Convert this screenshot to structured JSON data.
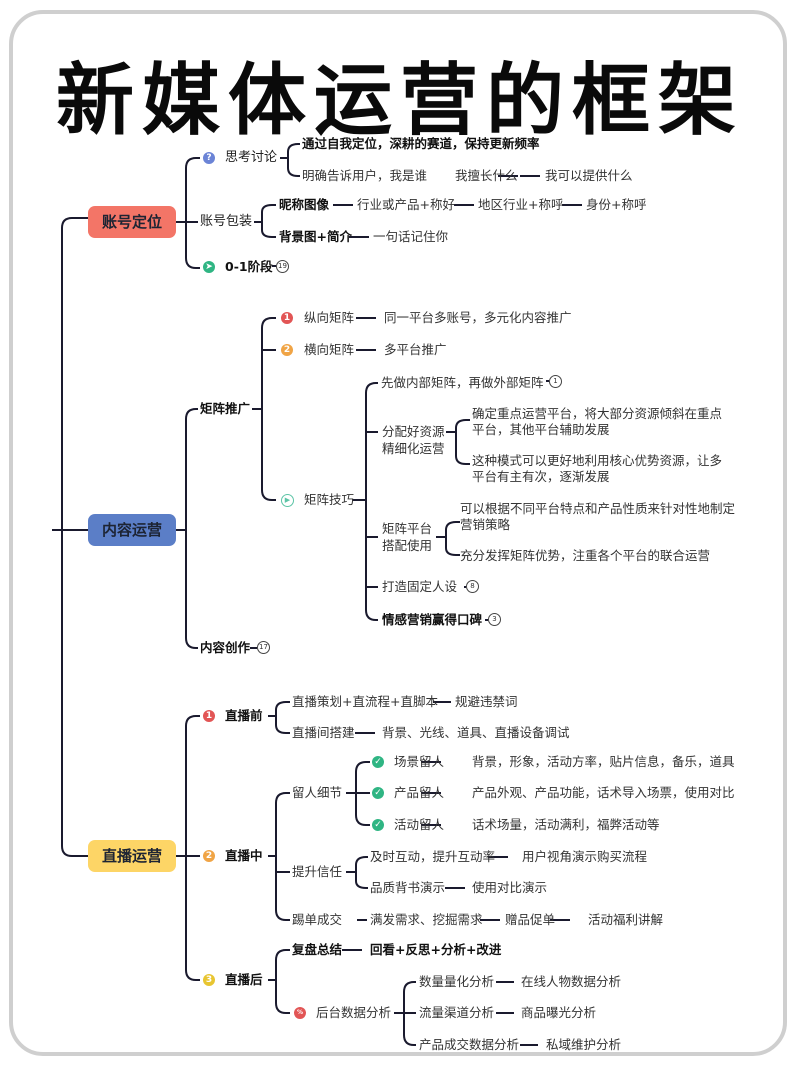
{
  "title": "新媒体运营的框架",
  "colors": {
    "root1": "#f37567",
    "root2": "#5b7ec7",
    "root3": "#fdd566",
    "line": "#1a1a2e"
  },
  "roots": [
    {
      "label": "账号定位"
    },
    {
      "label": "内容运营"
    },
    {
      "label": "直播运营"
    }
  ],
  "account": {
    "think": {
      "label": "思考讨论",
      "icon": "question-icon",
      "c1": "通过自我定位，深耕的赛道，保持更新频率",
      "c2": [
        "明确告诉用户，我是谁",
        "我擅长什么",
        "我可以提供什么"
      ]
    },
    "pack": {
      "label": "账号包装",
      "nick": [
        "昵称图像",
        "行业或产品+称好",
        "地区行业+称呼",
        "身份+称呼"
      ],
      "bg": [
        "背景图+简介",
        "一句话记住你"
      ]
    },
    "stage": {
      "label": "0-1阶段",
      "icon": "running-icon",
      "count": "19"
    }
  },
  "content": {
    "matrix": {
      "label": "矩阵推广",
      "vertical": [
        "纵向矩阵",
        "同一平台多账号，多元化内容推广"
      ],
      "horizontal": [
        "横向矩阵",
        "多平台推广"
      ],
      "skills": {
        "label": "矩阵技巧",
        "first": {
          "label": "先做内部矩阵，再做外部矩阵",
          "count": "1"
        },
        "alloc": {
          "label1": "分配好资源",
          "label2": "精细化运营",
          "a": "确定重点运营平台，将大部分资源倾斜在重点平台，其他平台辅助发展",
          "b": "这种模式可以更好地利用核心优势资源，让多平台有主有次，逐渐发展"
        },
        "combo": {
          "label1": "矩阵平台",
          "label2": "搭配使用",
          "a": "可以根据不同平台特点和产品性质来针对性地制定营销策略",
          "b": "充分发挥矩阵优势，注重各个平台的联合运营"
        },
        "persona": {
          "label": "打造固定人设",
          "count": "8"
        },
        "emotion": {
          "label": "情感营销赢得口碑",
          "count": "3"
        }
      }
    },
    "create": {
      "label": "内容创作",
      "count": "17"
    }
  },
  "live": {
    "before": {
      "label": "直播前",
      "r1": [
        "直播策划+直流程+直脚本",
        "规避违禁词"
      ],
      "r2": [
        "直播间搭建",
        "背景、光线、道具、直播设备调试"
      ]
    },
    "during": {
      "label": "直播中",
      "keep": {
        "label": "留人细节",
        "items": [
          [
            "场景留人",
            "背景，形象，活动方率，贴片信息，备乐，道具"
          ],
          [
            "产品留人",
            "产品外观、产品功能，话术导入场票，使用对比"
          ],
          [
            "活动留人",
            "话术场量，活动满利，福弊活动等"
          ]
        ]
      },
      "trust": {
        "label": "提升信任",
        "r1": [
          "及时互动，提升互动率",
          "用户视角演示购买流程"
        ],
        "r2": [
          "品质背书演示",
          "使用对比演示"
        ]
      },
      "deal": [
        "踢单成交",
        "满发需求、挖掘需求",
        "赠品促单",
        "活动福利讲解"
      ]
    },
    "after": {
      "label": "直播后",
      "review": [
        "复盘总结",
        "回看+反思+分析+改进"
      ],
      "data": {
        "label": "后台数据分析",
        "rows": [
          [
            "数量量化分析",
            "在线人物数据分析"
          ],
          [
            "流量渠道分析",
            "商品曝光分析"
          ],
          [
            "产品成交数据分析",
            "私域维护分析"
          ]
        ]
      }
    }
  }
}
